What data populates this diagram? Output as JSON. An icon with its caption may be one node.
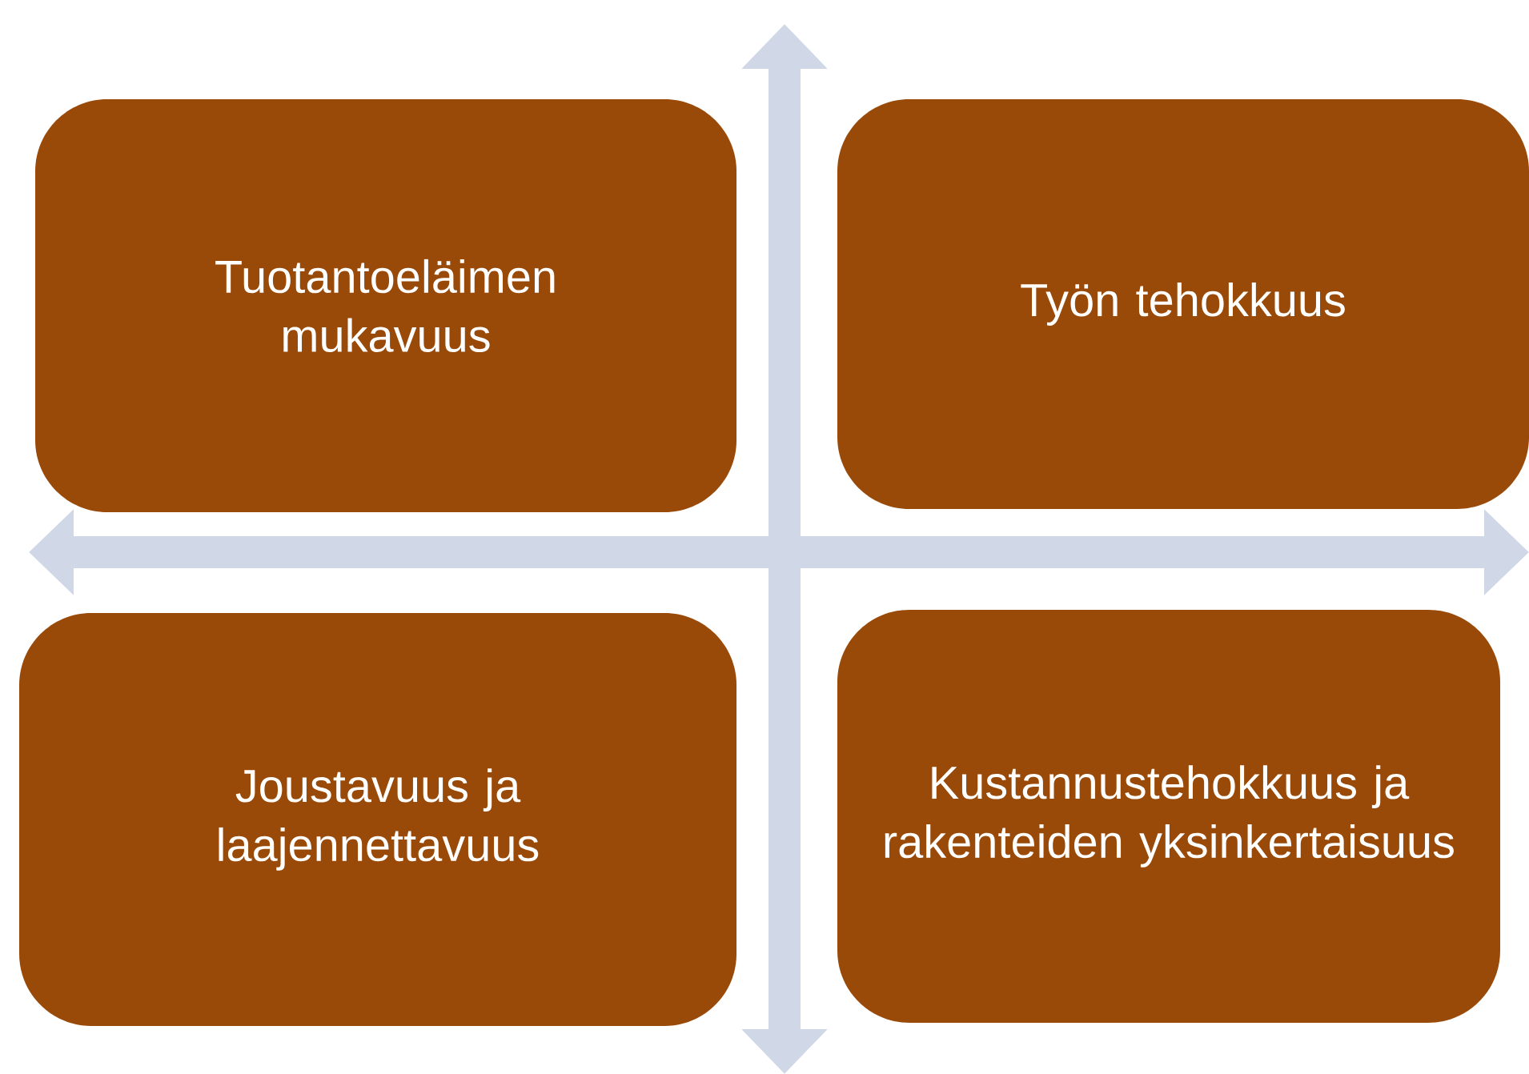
{
  "diagram": {
    "nodes": [
      {
        "text": [
          "Tuotantoeläimen mukavuus"
        ]
      },
      {
        "text": [
          "Työn tehokkuus"
        ]
      },
      {
        "text": [
          "Joustavuus ja laajennettavuus"
        ]
      },
      {
        "text": [
          "Kustannustehokkuus ja rakenteiden yksinkertaisuus"
        ]
      }
    ],
    "edges": []
  }
}
